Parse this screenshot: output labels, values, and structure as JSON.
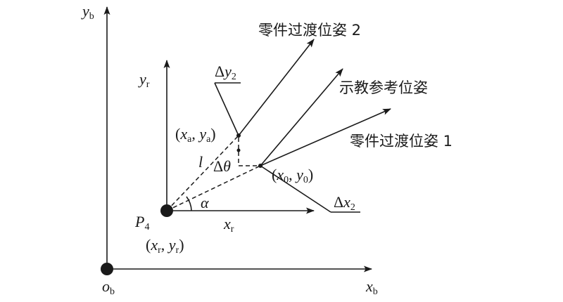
{
  "labels": {
    "yb_var": "y",
    "yb_sub": "b",
    "xb_var": "x",
    "xb_sub": "b",
    "ob_var": "o",
    "ob_sub": "b",
    "yr_var": "y",
    "yr_sub": "r",
    "xr_var": "x",
    "xr_sub": "r",
    "p4_var": "P",
    "p4_sub": "4",
    "xr_yr_open": "(",
    "xr_yr_x": "x",
    "xr_yr_xsub": "r",
    "xr_yr_sep": ", ",
    "xr_yr_y": "y",
    "xr_yr_ysub": "r",
    "xr_yr_close": ")",
    "alpha": "α",
    "l": "l",
    "xa_ya_open": "(",
    "xa_ya_x": "x",
    "xa_ya_xsub": "a",
    "xa_ya_sep": ", ",
    "xa_ya_y": "y",
    "xa_ya_ysub": "a",
    "xa_ya_close": ")",
    "x0_y0_open": "(",
    "x0_y0_x": "x",
    "x0_y0_xsub": "0",
    "x0_y0_sep": ", ",
    "x0_y0_y": "y",
    "x0_y0_ysub": "0",
    "x0_y0_close": ")",
    "delta_theta_delta": "Δ",
    "delta_theta_var": "θ",
    "delta_y2_delta": "Δ",
    "delta_y2_var": "y",
    "delta_y2_sub": "2",
    "delta_x2_delta": "Δ",
    "delta_x2_var": "x",
    "delta_x2_sub": "2",
    "pose2": "零件过渡位姿 2",
    "teach_pose": "示教参考位姿",
    "pose1": "零件过渡位姿 1"
  },
  "colors": {
    "ink": "#1a1a1a",
    "background": "#ffffff"
  }
}
